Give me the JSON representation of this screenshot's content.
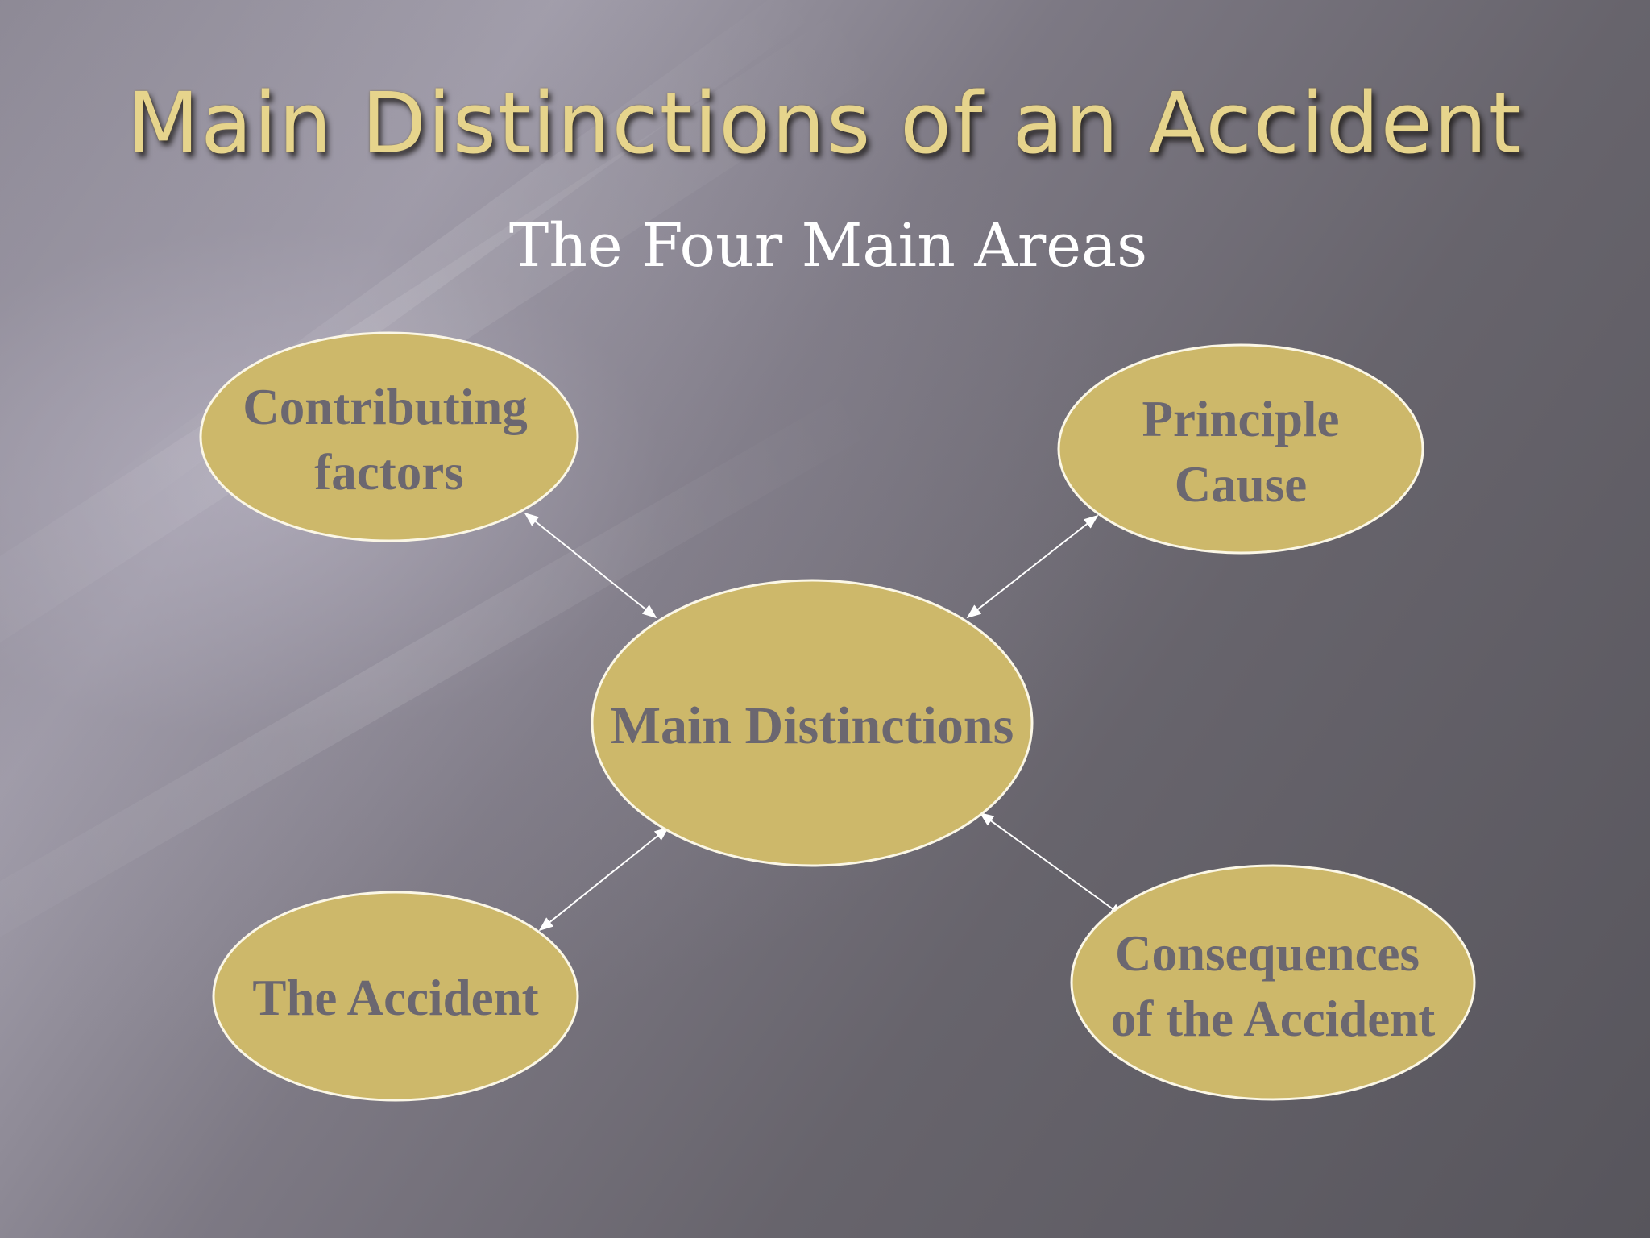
{
  "slide": {
    "title": "Main Distinctions of an Accident",
    "subtitle": "The Four Main Areas"
  },
  "diagram": {
    "center": {
      "lines": [
        "Main Distinctions"
      ]
    },
    "nodes": [
      {
        "lines": [
          "Contributing",
          "factors"
        ]
      },
      {
        "lines": [
          "Principle",
          "Cause"
        ]
      },
      {
        "lines": [
          "The Accident"
        ]
      },
      {
        "lines": [
          "Consequences",
          "of the Accident"
        ]
      }
    ],
    "connectors": "double-headed arrows between center and each node"
  },
  "colors": {
    "node_fill": "#cdb86a",
    "node_stroke": "#fbf7e6",
    "node_text": "#6b6770",
    "title": "#e6d48c",
    "subtitle": "#ffffff",
    "arrow": "#ffffff"
  }
}
